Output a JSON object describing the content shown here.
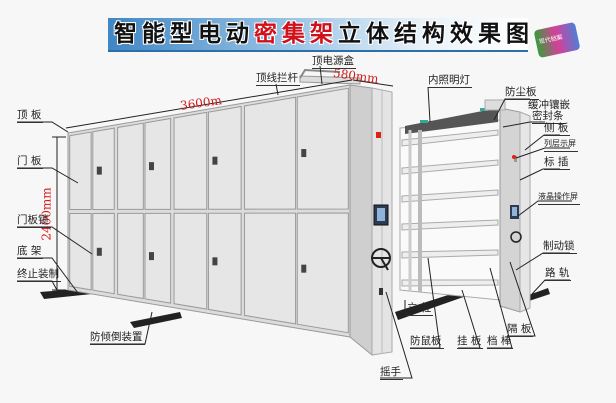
{
  "title": {
    "part1": "智能型电动",
    "part2": "密集架",
    "part3": "立体结构效果图"
  },
  "logo_text": "现代档案",
  "dimensions": {
    "length": "3600m",
    "depth": "580mm",
    "height": "2400mm"
  },
  "labels": {
    "top_power_box": "顶电源盒",
    "top_wire_rail": "顶线拦杆",
    "inner_light": "内照明灯",
    "dust_board": "防尘板",
    "buffer_seal_1": "缓冲镶嵌",
    "buffer_seal_2": "密封条",
    "side_panel": "侧 板",
    "column_display": "列层示屏",
    "label_slot": "标 插",
    "lcd_screen": "液晶操作屏",
    "brake_lock": "制动锁",
    "rail": "路 轨",
    "top_board": "顶 板",
    "door_panel": "门 板",
    "door_lock": "门板锁",
    "base_frame": "底 架",
    "end_stop": "终止装制",
    "anti_tilt": "防倾倒装置",
    "column": "立 柱",
    "rat_guard": "防鼠板",
    "hang_board": "挂 板",
    "stop_bar": "档 棒",
    "shelf": "隔 板",
    "hand_crank": "摇手"
  }
}
